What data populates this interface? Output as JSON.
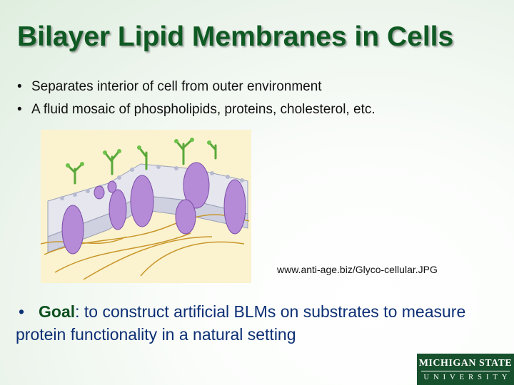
{
  "slide": {
    "title": "Bilayer Lipid Membranes in Cells",
    "bullets": [
      "Separates interior of cell from outer environment",
      "A fluid mosaic of phospholipids, proteins, cholesterol, etc."
    ],
    "image_caption": "www.anti-age.biz/Glyco-cellular.JPG",
    "goal": {
      "bullet": "•",
      "term": "Goal",
      "text": ": to construct artificial BLMs on substrates to measure protein functionality in a natural setting"
    }
  },
  "logo": {
    "line1": "MICHIGAN STATE",
    "line2": "UNIVERSITY"
  },
  "colors": {
    "title": "#0f5a23",
    "goal_text": "#0c2f74",
    "goal_term": "#0d5120",
    "logo_bg": "#17502c"
  }
}
